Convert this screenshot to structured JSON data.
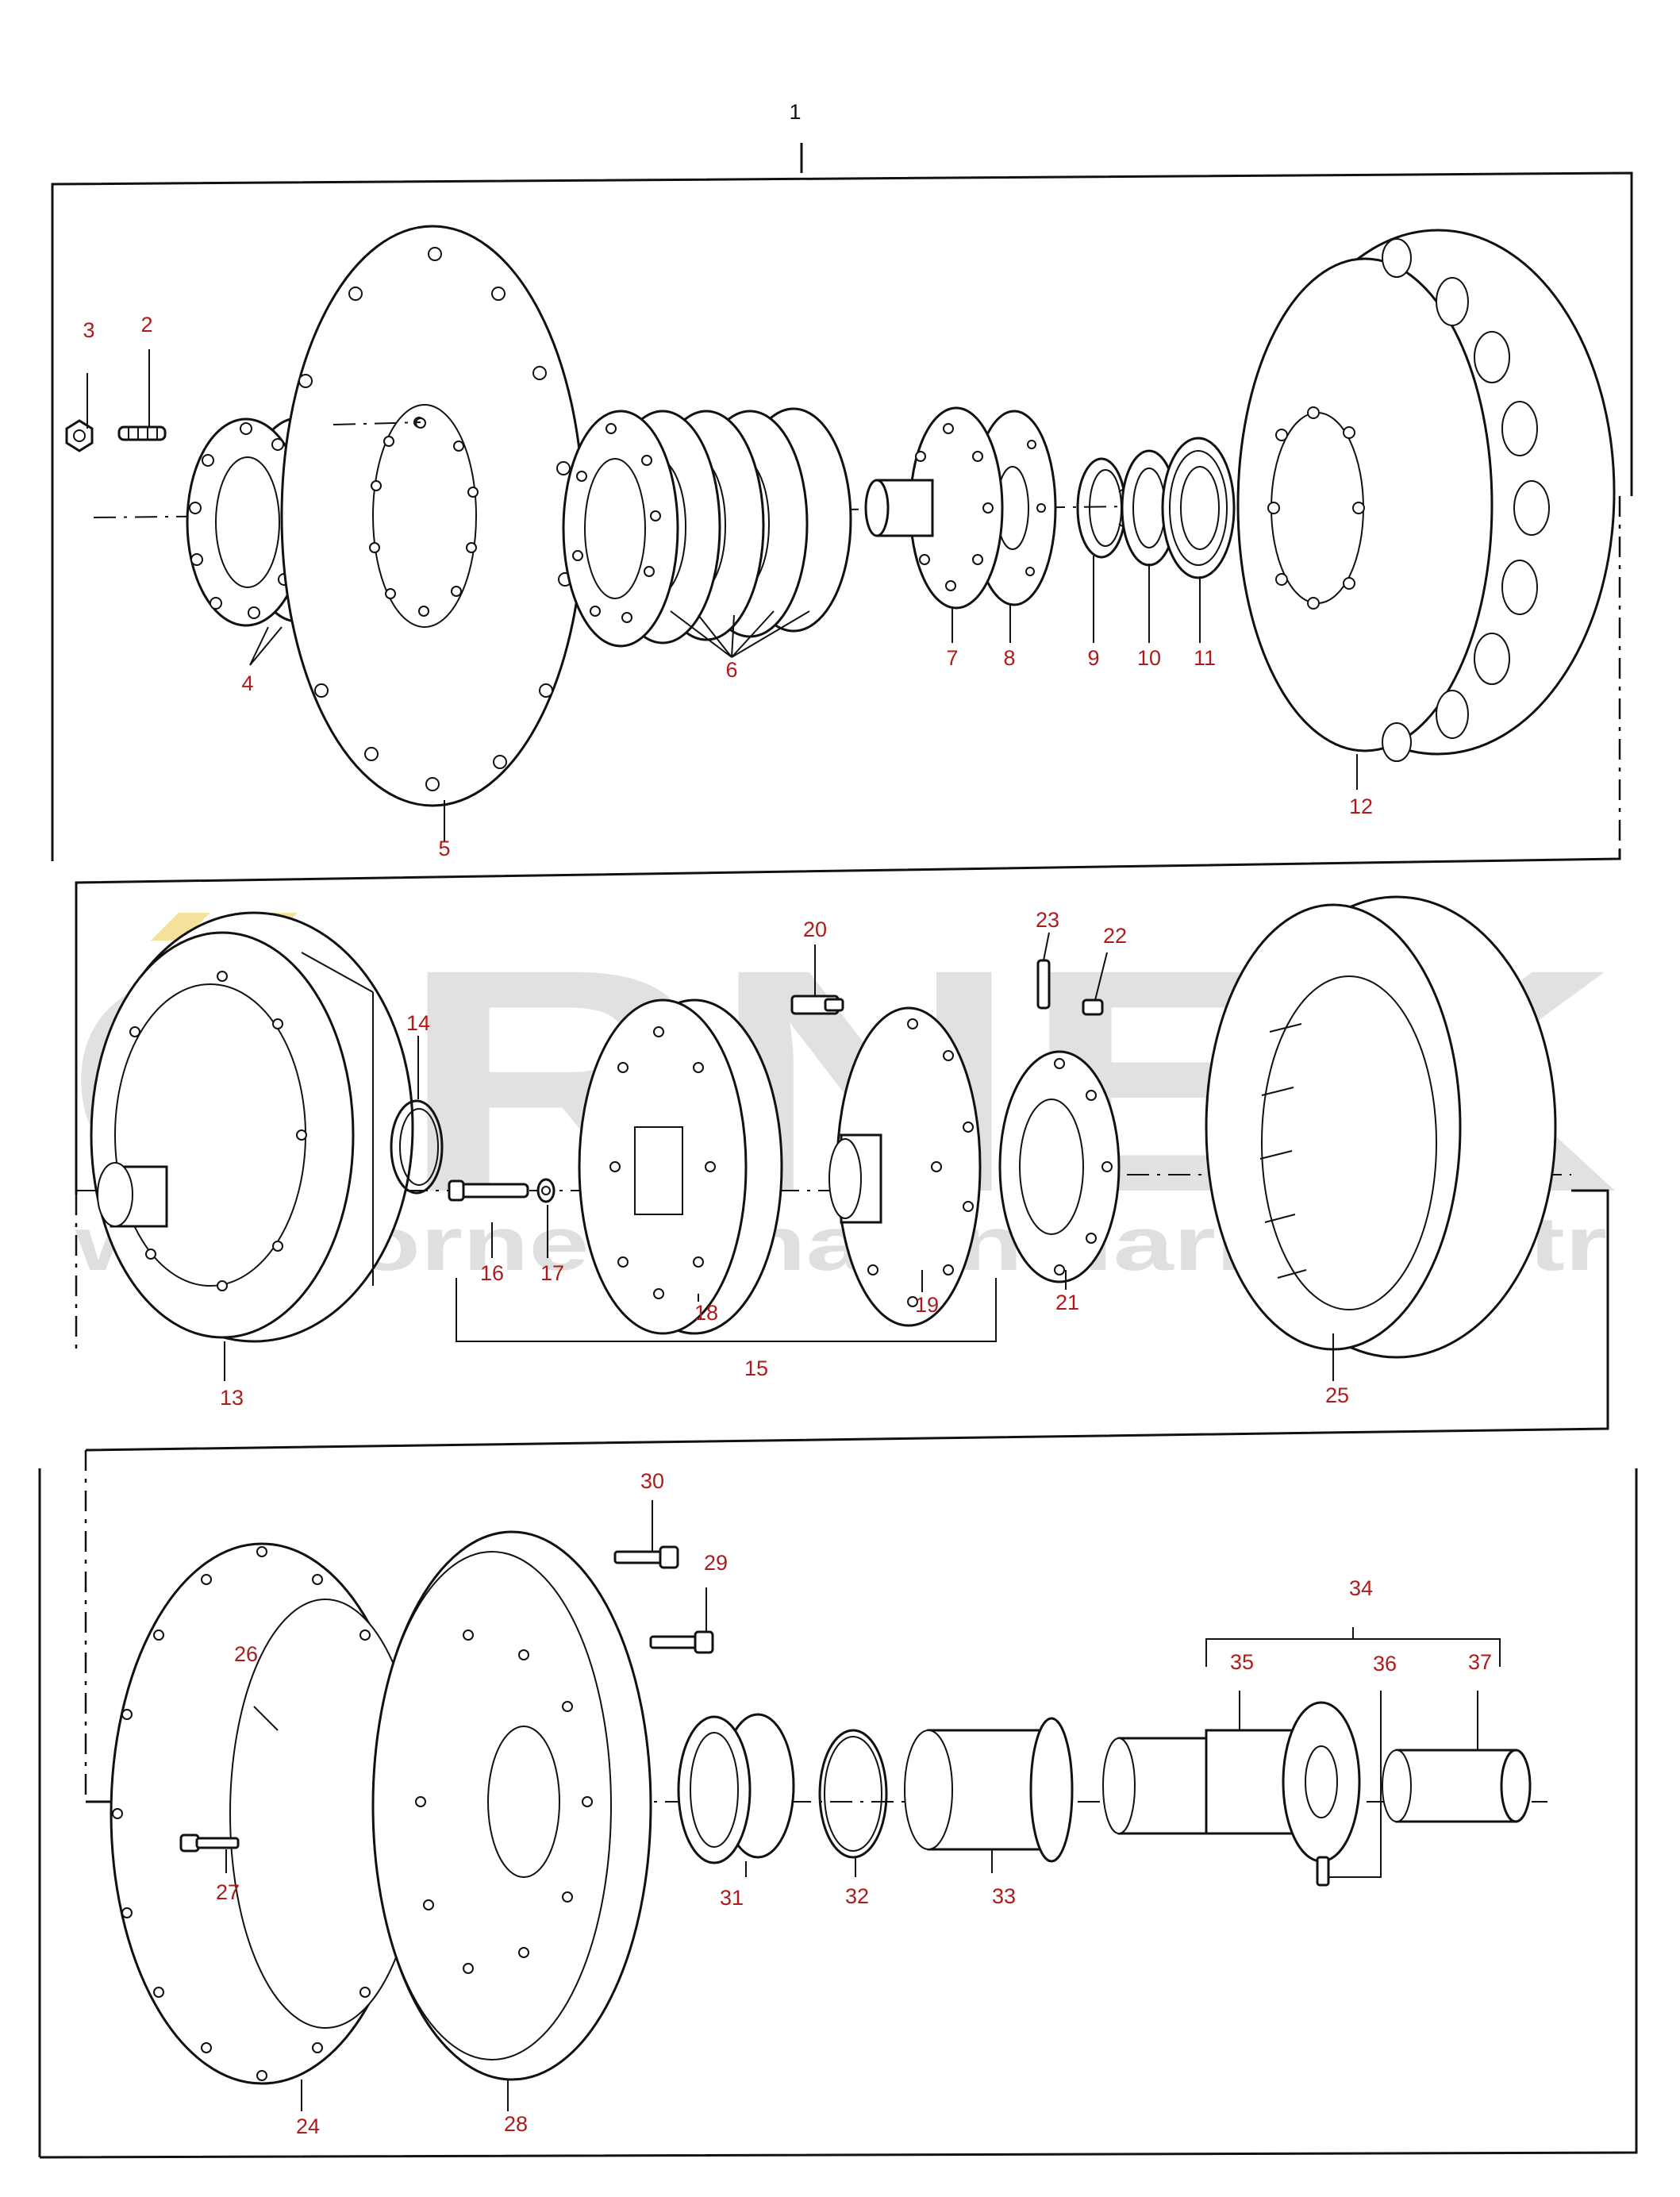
{
  "assembly_label": "1",
  "part_labels": [
    "2",
    "3",
    "4",
    "5",
    "6",
    "7",
    "8",
    "9",
    "10",
    "11",
    "12",
    "13",
    "14",
    "15",
    "16",
    "17",
    "18",
    "19",
    "20",
    "21",
    "22",
    "23",
    "24",
    "25",
    "26",
    "27",
    "28",
    "29",
    "30",
    "31",
    "32",
    "33",
    "34",
    "35",
    "36",
    "37"
  ],
  "watermark": {
    "brand": "ORNEK",
    "url": "www.orneksmakinalari.com.tr",
    "brand_color": "#d8d8dc",
    "accent_color": "#f2dc8a"
  },
  "colors": {
    "label": "#b11a1a",
    "line": "#111111",
    "background": "#ffffff"
  }
}
